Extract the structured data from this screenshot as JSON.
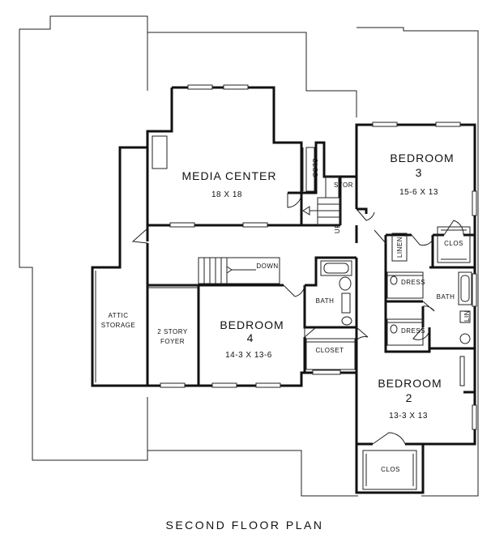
{
  "title": "SECOND FLOOR PLAN",
  "rooms": {
    "media_center": {
      "name": "MEDIA CENTER",
      "size": "18 X 18"
    },
    "bedroom3": {
      "name": "BEDROOM",
      "number": "3",
      "size": "15-6 X 13"
    },
    "bedroom4": {
      "name": "BEDROOM",
      "number": "4",
      "size": "14-3 X 13-6"
    },
    "bedroom2": {
      "name": "BEDROOM",
      "number": "2",
      "size": "13-3 X 13"
    },
    "attic": {
      "line1": "ATTIC",
      "line2": "STORAGE"
    },
    "foyer": {
      "line1": "2 STORY",
      "line2": "FOYER"
    }
  },
  "labels": {
    "clos_media": "CLOS",
    "stor": "STOR",
    "up": "UP",
    "down": "DOWN",
    "linen": "LINEN",
    "clos_bed3": "CLOS",
    "dress1": "DRESS",
    "dress2": "DRESS",
    "bath_center": "BATH",
    "bath_right": "BATH",
    "lin": "LIN",
    "closet": "CLOSET",
    "clos_bed2": "CLOS"
  }
}
